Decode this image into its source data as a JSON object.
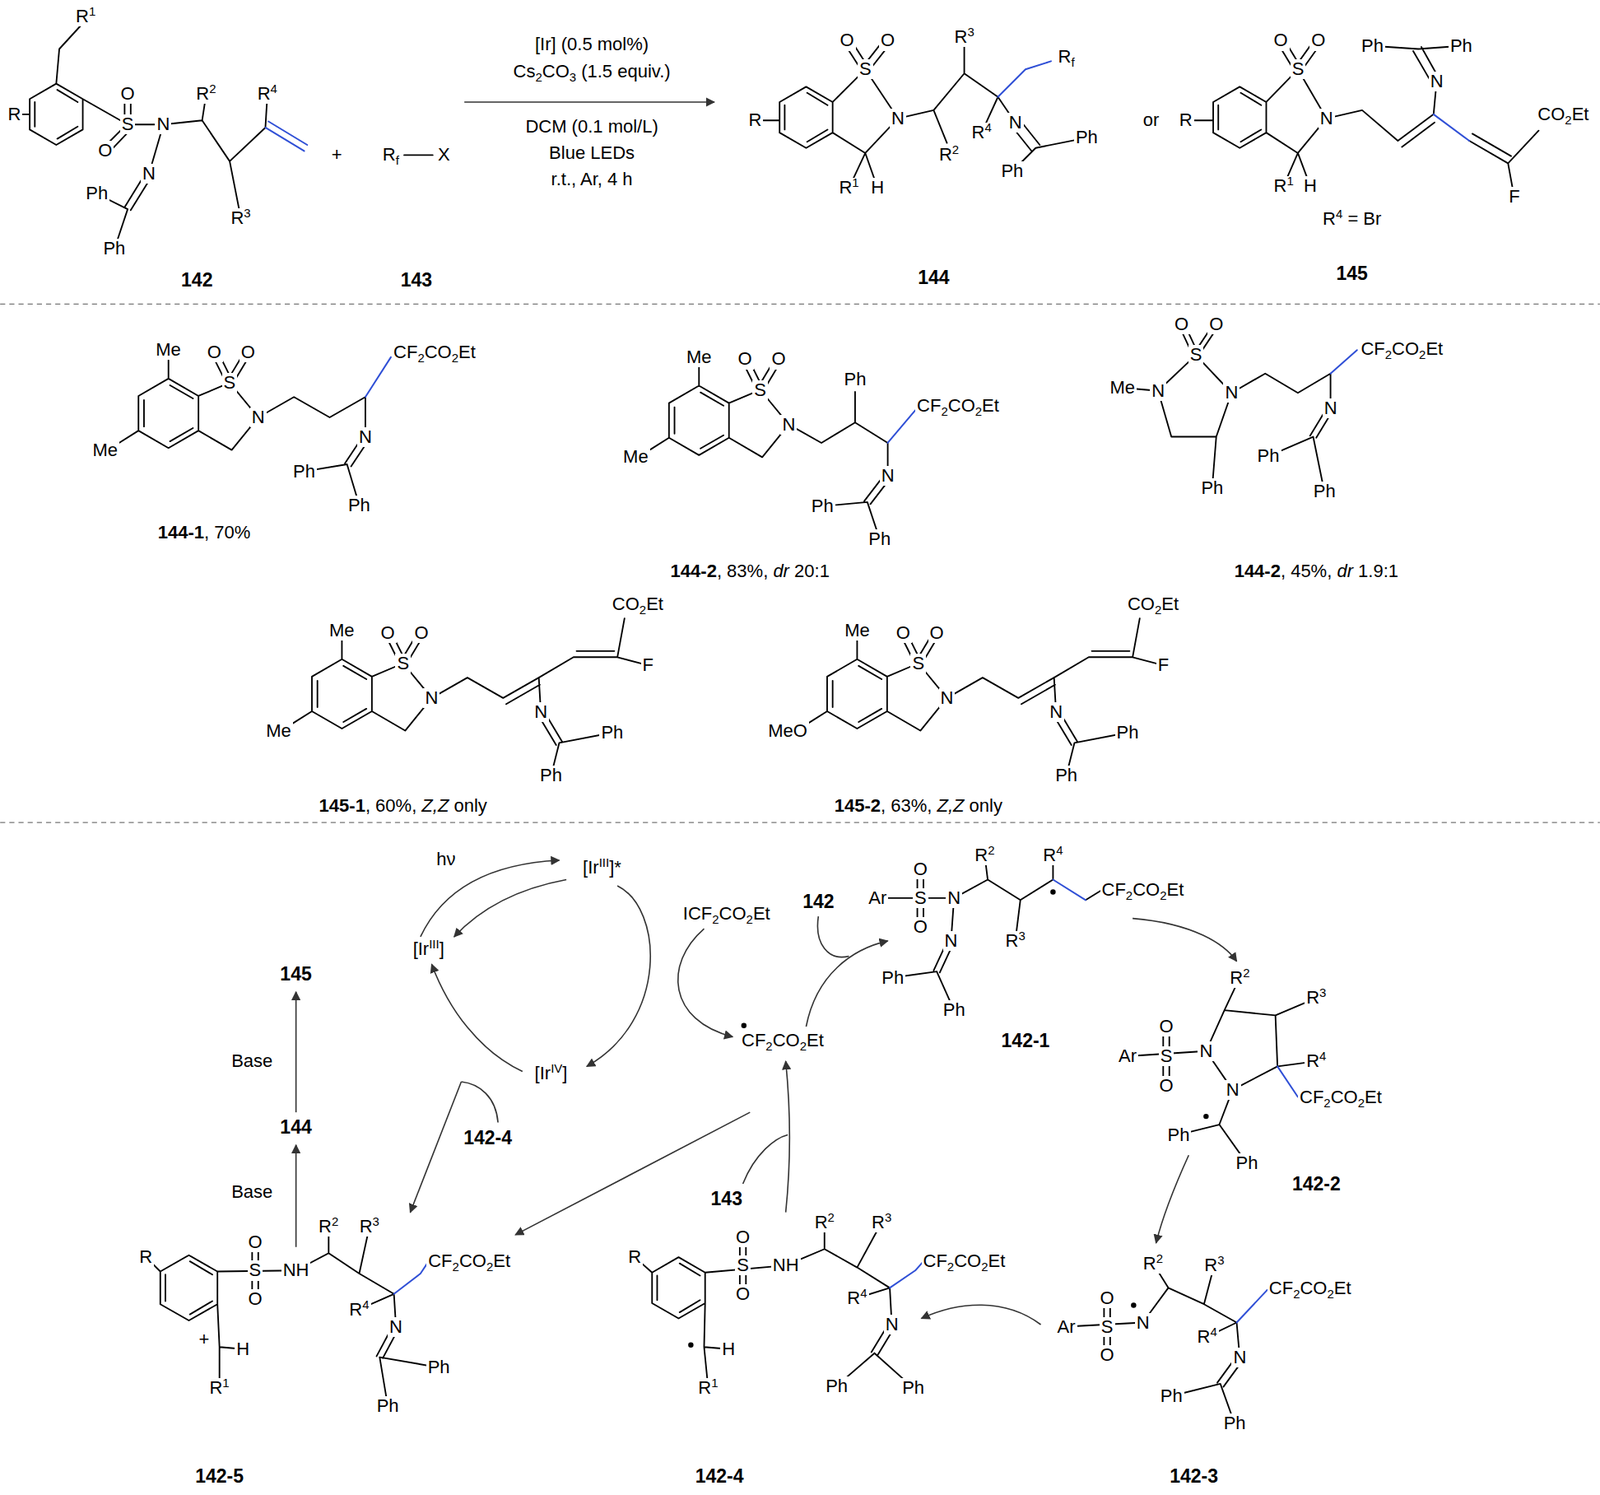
{
  "diagram": {
    "labels": [
      "R",
      "R1",
      "O",
      "S",
      "O",
      "N",
      "N",
      "Ph",
      "Ph",
      "R2",
      "R3",
      "R4",
      "142",
      "+",
      "Rf",
      "X",
      "[Ir] (0.5 mol%)",
      "Cs2CO3 (1.5 equiv.)",
      "DCM (0.1 mol/L)",
      "Blue LEDs",
      "r.t., Ar, 4 h",
      "143",
      "O",
      "O",
      "S",
      "R",
      "N",
      "R1",
      "H",
      "R3",
      "R2",
      "Rf",
      "R4",
      "N",
      "Ph",
      "Ph",
      "144",
      "or",
      "O",
      "O",
      "S",
      "R",
      "N",
      "R1",
      "H",
      "Ph",
      "Ph",
      "N",
      "CO2Et",
      "F",
      "R4 = Br",
      "145",
      "Me",
      "Me",
      "O",
      "S",
      "O",
      "N",
      "CF2CO2Et",
      "N",
      "Ph",
      "Ph",
      "144-1, 70%",
      "Me",
      "Me",
      "O",
      "S",
      "O",
      "N",
      "Ph",
      "CF2CO2Et",
      "N",
      "Ph",
      "Ph",
      "144-2, 83%, dr 20:1",
      "O",
      "O",
      "Me",
      "N",
      "S",
      "N",
      "Ph",
      "CF2CO2Et",
      "N",
      "Ph",
      "Ph",
      "144-2, 45%, dr 1.9:1",
      "Me",
      "Me",
      "O",
      "S",
      "O",
      "N",
      "CO2Et",
      "F",
      "N",
      "Ph",
      "Ph",
      "145-1, 60%, Z,Z only",
      "Me",
      "MeO",
      "O",
      "S",
      "O",
      "N",
      "CO2Et",
      "F",
      "N",
      "Ph",
      "Ph",
      "145-2, 63%, Z,Z only",
      "hν",
      "[IrIII]*",
      "[IrIII]",
      "ICF2CO2Et",
      "142",
      "CF2CO2Et",
      "[IrIV]",
      "142-4",
      "145",
      "Base",
      "144",
      "Base",
      "143",
      "Ar",
      "S",
      "O",
      "O",
      "N",
      "N",
      "Ph",
      "Ph",
      "R2",
      "R3",
      "R4",
      "CF2CO2Et",
      "142-1",
      "Ar",
      "S",
      "O",
      "O",
      "N",
      "N",
      "R2",
      "R3",
      "R4",
      "CF2CO2Et",
      "Ph",
      "Ph",
      "142-2",
      "Ar",
      "S",
      "O",
      "O",
      "N",
      "R2",
      "R3",
      "R4",
      "CF2CO2Et",
      "N",
      "Ph",
      "Ph",
      "142-3",
      "R",
      "S",
      "O",
      "O",
      "NH",
      "H",
      "R1",
      "R2",
      "R3",
      "R4",
      "CF2CO2Et",
      "N",
      "Ph",
      "Ph",
      "142-4",
      "R",
      "S",
      "O",
      "O",
      "NH",
      "+",
      "H",
      "R1",
      "R2",
      "R3",
      "R4",
      "CF2CO2Et",
      "N",
      "Ph",
      "Ph",
      "142-5"
    ]
  }
}
